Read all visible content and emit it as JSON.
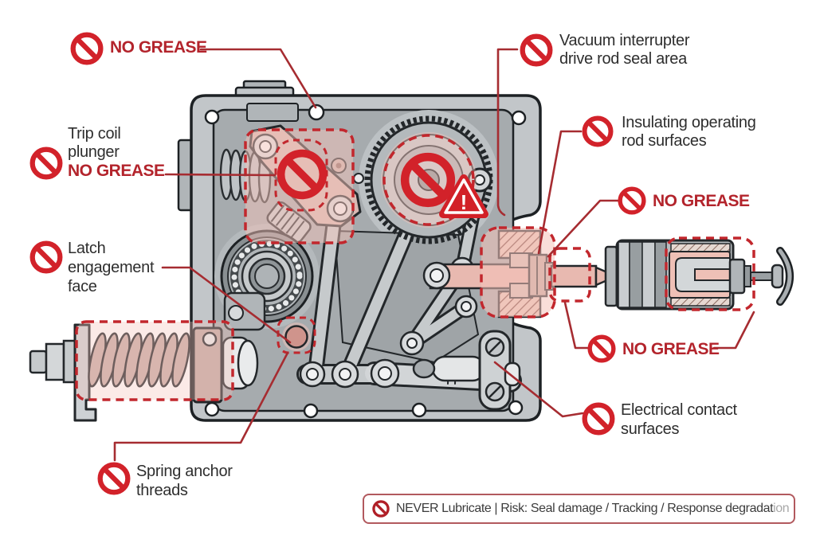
{
  "colors": {
    "sign_red": "#d2222a",
    "label_text_red": "#b3242c",
    "leader_red": "#a62c31",
    "highlight_dash_red": "#c2272d",
    "highlight_pink": "#f4c3ba",
    "housing_gray": "#c2c6c9",
    "label_text_black": "#2e2e2e"
  },
  "icons": {
    "prohibition": "no-entry-circle-slash",
    "warning": "exclamation-triangle"
  },
  "machine": {
    "warning_mark": "!"
  },
  "labels": {
    "no_grease_top": "NO GREASE",
    "trip_coil": {
      "l1": "Trip coil",
      "l2": "plunger",
      "l3": "NO GREASE"
    },
    "latch": {
      "l1": "Latch",
      "l2": "engagement",
      "l3": "face"
    },
    "spring_anchor": {
      "l1": "Spring anchor",
      "l2": "threads"
    },
    "vacuum": {
      "l1": "Vacuum interrupter",
      "l2": "drive rod seal area"
    },
    "insulating": {
      "l1": "Insulating operating",
      "l2": "rod surfaces"
    },
    "no_grease_right_upper": "NO GREASE",
    "no_grease_right_lower": "NO GREASE",
    "electrical": {
      "l1": "Electrical contact",
      "l2": "surfaces"
    }
  },
  "footer": {
    "main": "NEVER Lubricate | Risk: Seal damage / Tracking / Response degradat",
    "fade": "ion"
  }
}
